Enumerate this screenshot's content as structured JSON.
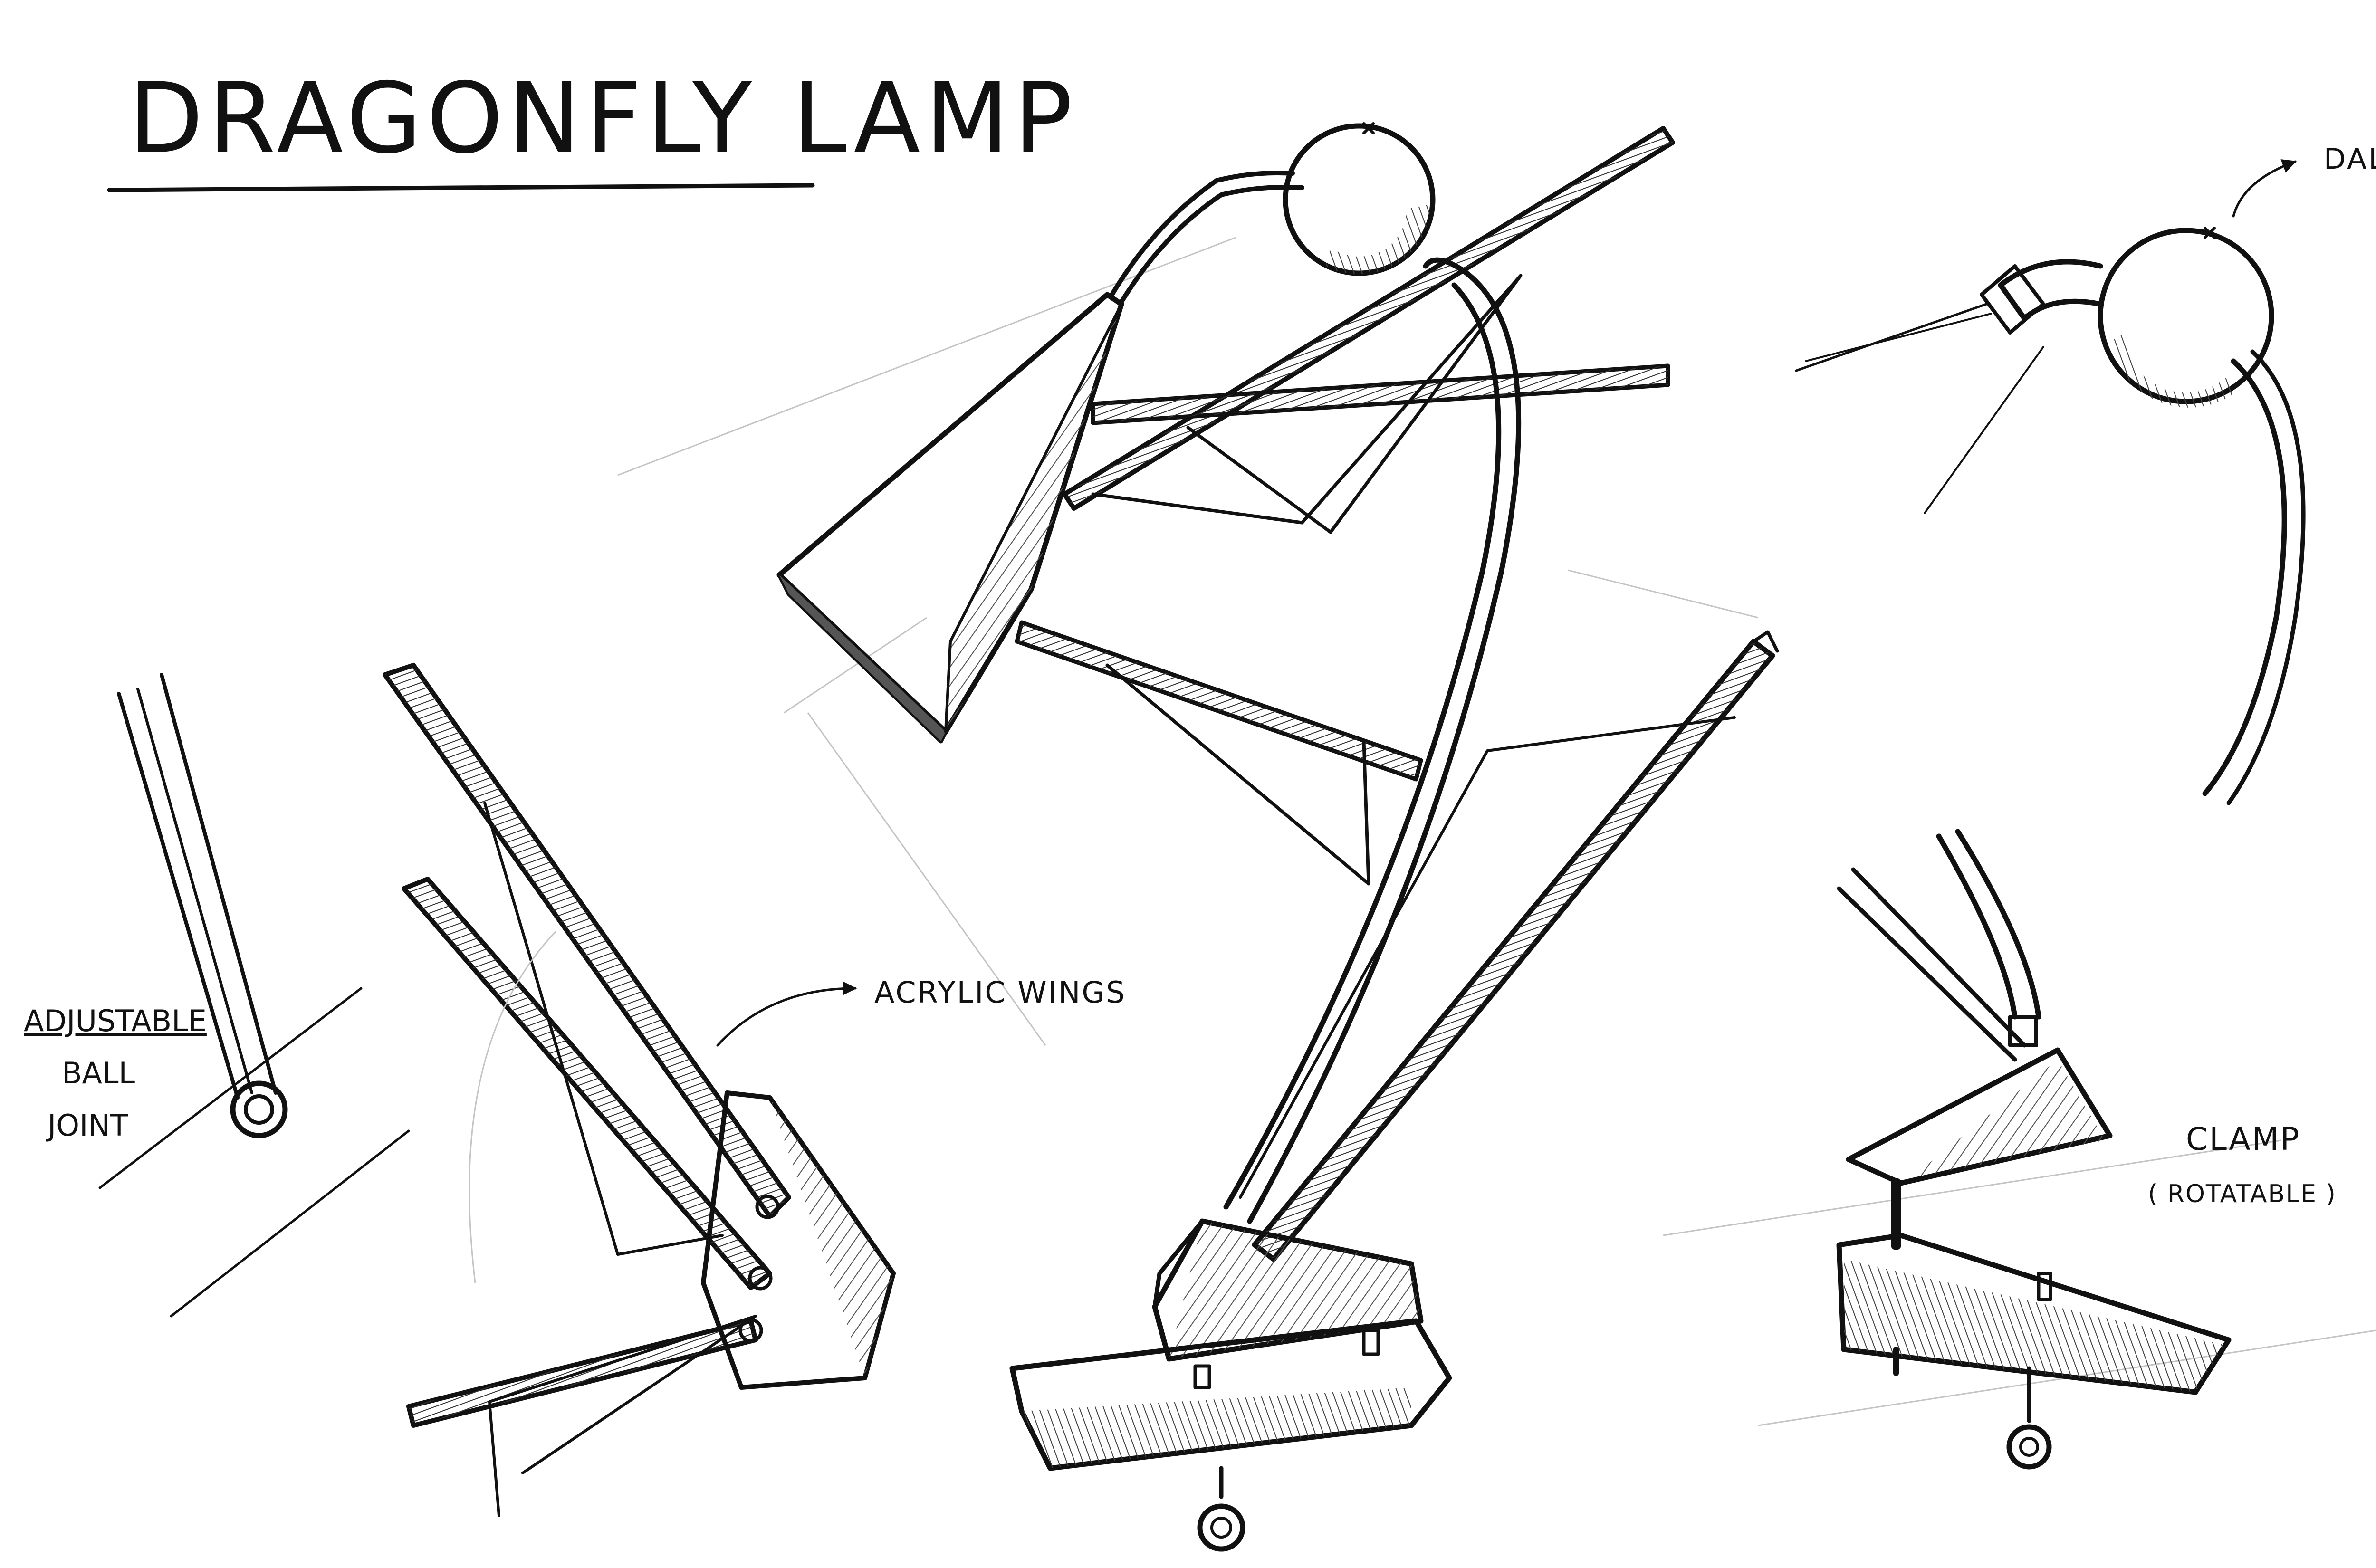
{
  "title": "DRAGONFLY LAMP",
  "annotations": {
    "ball": "DALL",
    "ball_joint": [
      "ADJUSTABLE",
      "BALL",
      "JOINT"
    ],
    "wings": "ACRYLIC WINGS",
    "clamp": "CLAMP",
    "clamp_note": "( ROTATABLE )"
  },
  "colors": {
    "ink": "#111111",
    "paper": "#ffffff",
    "shade": "#8a8a8a"
  }
}
